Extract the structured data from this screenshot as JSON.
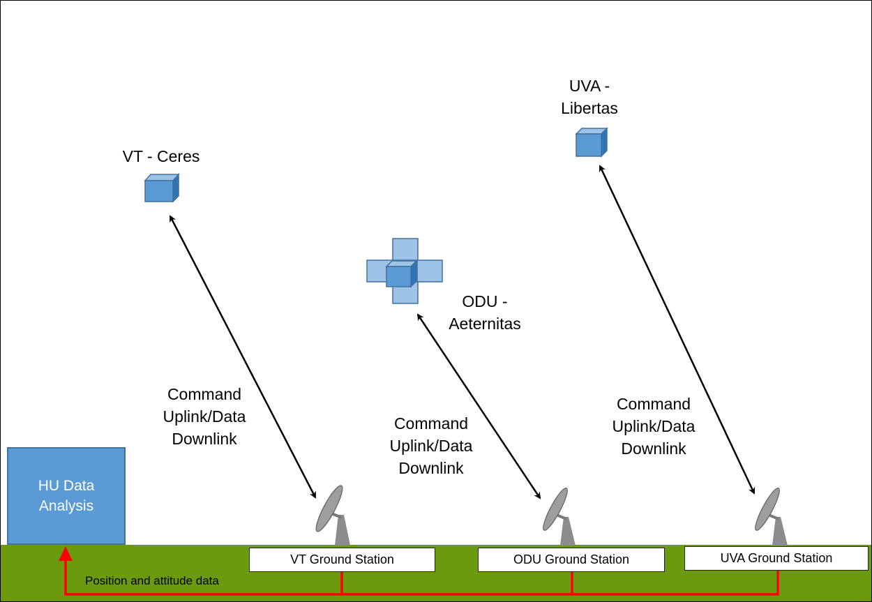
{
  "satellites": {
    "vt": {
      "label": "VT - Ceres"
    },
    "uva": {
      "label": "UVA -\nLibertas"
    },
    "odu": {
      "label": "ODU -\nAeternitas"
    }
  },
  "links": {
    "vt_label": "Command\nUplink/Data\nDownlink",
    "odu_label": "Command\nUplink/Data\nDownlink",
    "uva_label": "Command\nUplink/Data\nDownlink"
  },
  "ground_stations": {
    "vt": "VT Ground Station",
    "odu": "ODU Ground Station",
    "uva": "UVA Ground Station"
  },
  "analysis": {
    "label": "HU Data\nAnalysis"
  },
  "data_path": {
    "label": "Position and attitude data"
  },
  "colors": {
    "ground": "#6b9a0f",
    "satellite": "#5b9bd5",
    "satellite_light": "#9dc3e6",
    "analysis_box": "#5b9bd5",
    "data_path": "#ff0000",
    "dish": "#8c8c8c"
  }
}
